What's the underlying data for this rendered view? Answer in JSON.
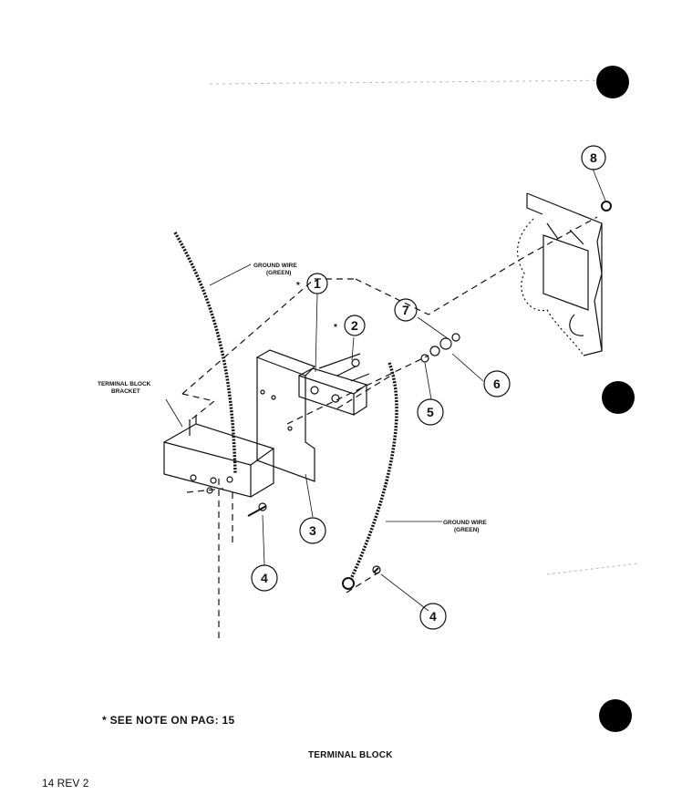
{
  "diagram": {
    "title": "TERMINAL BLOCK",
    "note": "* SEE NOTE ON PAG: 15",
    "page_ref": "14 REV 2",
    "labels": {
      "ground_wire_top_1": "GROUND WIRE",
      "ground_wire_top_2": "(GREEN)",
      "ground_wire_bottom_1": "GROUND WIRE",
      "ground_wire_bottom_2": "(GREEN)",
      "bracket_1": "TERMINAL BLOCK",
      "bracket_2": "BRACKET",
      "asterisk_1": "*",
      "asterisk_2": "*"
    },
    "callouts": {
      "c1": "1",
      "c2": "2",
      "c3": "3",
      "c4a": "4",
      "c4b": "4",
      "c5": "5",
      "c6": "6",
      "c7": "7",
      "c8": "8"
    },
    "colors": {
      "ink": "#111111",
      "paper": "#ffffff"
    }
  }
}
